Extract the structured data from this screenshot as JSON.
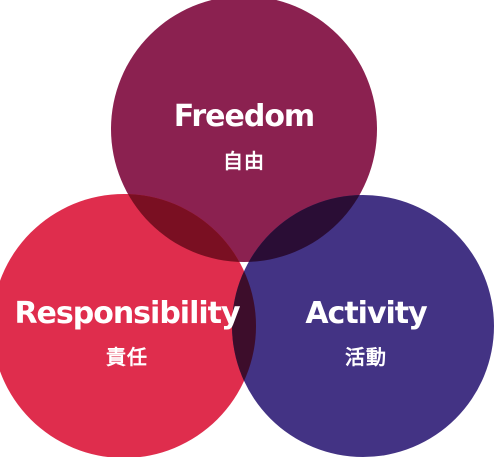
{
  "diagram": {
    "circles": {
      "freedom": {
        "label_en": "Freedom",
        "label_ja": "自由",
        "color": "#8b2150"
      },
      "responsibility": {
        "label_en": "Responsibility",
        "label_ja": "責任",
        "color": "#df2d4d"
      },
      "activity": {
        "label_en": "Activity",
        "label_ja": "活動",
        "color": "#433384"
      }
    },
    "overlap_colors": {
      "freedom_responsibility": "#7a0f22",
      "freedom_activity": "#2a0d35",
      "responsibility_activity": "#3d0d2b"
    }
  }
}
